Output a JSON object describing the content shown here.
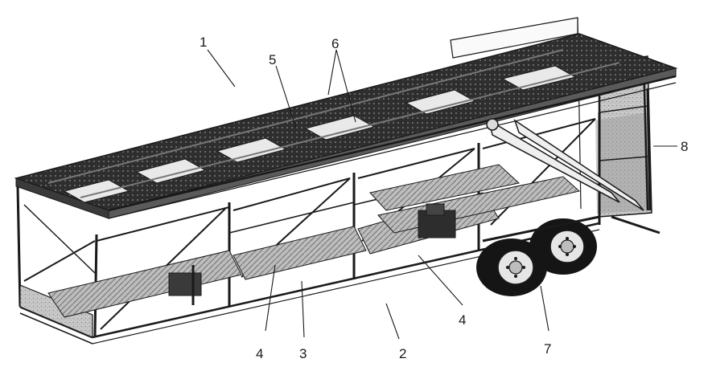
{
  "figure": {
    "callouts": [
      {
        "id": "c1",
        "label": "1"
      },
      {
        "id": "c2",
        "label": "2"
      },
      {
        "id": "c3",
        "label": "3"
      },
      {
        "id": "c4a",
        "label": "4"
      },
      {
        "id": "c4b",
        "label": "4"
      },
      {
        "id": "c5",
        "label": "5"
      },
      {
        "id": "c6",
        "label": "6"
      },
      {
        "id": "c7",
        "label": "7"
      },
      {
        "id": "c8",
        "label": "8"
      }
    ],
    "colors": {
      "ink": "#1a1a1a",
      "frame_fill": "#f4f4f4",
      "deck_fill": "#2b2b2b",
      "panel_fill": "#cfcfcf",
      "tire_fill": "#151515",
      "rim_fill": "#e6e6e6"
    }
  }
}
